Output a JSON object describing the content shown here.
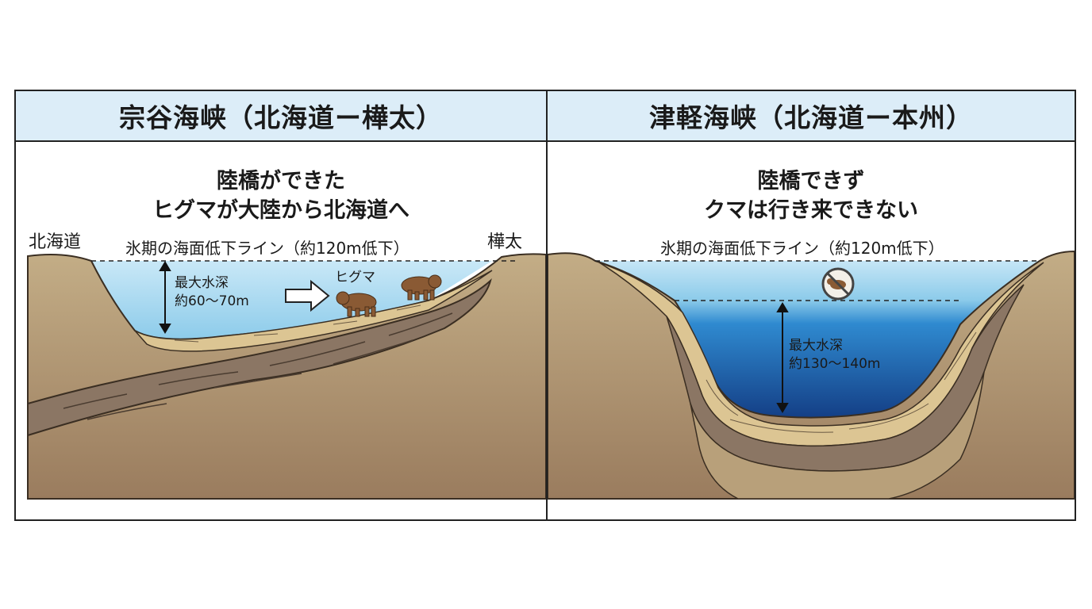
{
  "left_panel": {
    "title": "宗谷海峡（北海道ー樺太）",
    "headline_1": "陸橋ができた",
    "headline_2": "ヒグマが大陸から北海道へ",
    "place_left": "北海道",
    "place_right": "樺太",
    "sea_level_label": "氷期の海面低下ライン（約120m低下）",
    "depth_label_1": "最大水深",
    "depth_label_2": "約60〜70m",
    "bear_label": "ヒグマ"
  },
  "right_panel": {
    "title": "津軽海峡（北海道ー本州）",
    "headline_1": "陸橋できず",
    "headline_2": "クマは行き来できない",
    "sea_level_label": "氷期の海面低下ライン（約120m低下）",
    "depth_label_1": "最大水深",
    "depth_label_2": "約130〜140m",
    "no_bear_icon": "no-bear-icon"
  },
  "colors": {
    "header_bg": "#dcedf8",
    "land": "#b49a74",
    "sediment": "#d9c08a",
    "rock": "#8a7563",
    "shallow_water": "#bfe3f5",
    "deep_water": "#1f5fa8"
  }
}
